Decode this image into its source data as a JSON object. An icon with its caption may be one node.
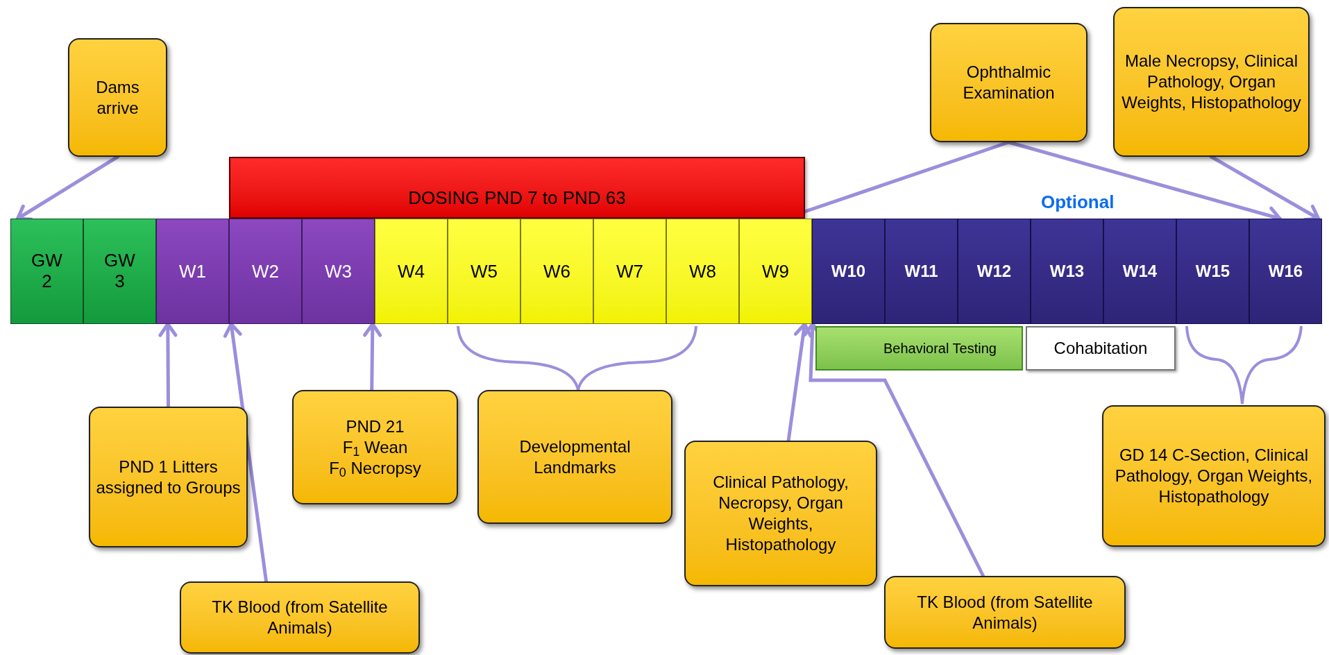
{
  "diagram": {
    "nodes": [
      {
        "text": [
          "Dams arrive"
        ]
      },
      {
        "text": [
          "Ophthalmic Examination"
        ]
      },
      {
        "text": [
          "Male Necropsy, Clinical Pathology, Organ Weights, Histopathology"
        ]
      },
      {
        "text": [
          "DOSING PND 7 to PND 63"
        ]
      },
      {
        "text": [
          "GW 2"
        ]
      },
      {
        "text": [
          "GW 3"
        ]
      },
      {
        "text": [
          "W1"
        ]
      },
      {
        "text": [
          "W2"
        ]
      },
      {
        "text": [
          "W3"
        ]
      },
      {
        "text": [
          "W4"
        ]
      },
      {
        "text": [
          "W5"
        ]
      },
      {
        "text": [
          "W6"
        ]
      },
      {
        "text": [
          "W7"
        ]
      },
      {
        "text": [
          "W8"
        ]
      },
      {
        "text": [
          "W9"
        ]
      },
      {
        "text": [
          "W10"
        ]
      },
      {
        "text": [
          "W11"
        ]
      },
      {
        "text": [
          "W12"
        ]
      },
      {
        "text": [
          "W13"
        ]
      },
      {
        "text": [
          "W14"
        ]
      },
      {
        "text": [
          "W15"
        ]
      },
      {
        "text": [
          "W16"
        ]
      },
      {
        "text": [
          "Behavioral Testing"
        ]
      },
      {
        "text": [
          "Cohabitation"
        ]
      },
      {
        "text": [
          "PND 21",
          "F$_{1}$ Wean",
          "F$_{0}$ Necropsy"
        ]
      },
      {
        "text": [
          "Developmental Landmarks"
        ]
      },
      {
        "text": [
          "PND 1 Litters assigned to Groups"
        ]
      },
      {
        "text": [
          "Clinical Pathology, Necropsy, Organ Weights, Histopathology"
        ]
      },
      {
        "text": [
          "GD 14 C-Section, Clinical Pathology, Organ Weights, Histopathology"
        ]
      },
      {
        "text": [
          "TK Blood (from Satellite Animals)"
        ]
      },
      {
        "text": [
          "TK Blood (from Satellite Animals)"
        ]
      }
    ],
    "edges": [
      {
        "from": 0,
        "to": 4,
        "arrow": "to"
      },
      {
        "from": 1,
        "to": 14,
        "arrow": "to"
      },
      {
        "from": 1,
        "to": 21,
        "arrow": "to"
      },
      {
        "from": 2,
        "to": 21,
        "arrow": "to"
      },
      {
        "from": 26,
        "to": 6,
        "arrow": "to"
      },
      {
        "from": 29,
        "to": 7,
        "arrow": "to"
      },
      {
        "from": 24,
        "to": 8,
        "arrow": "to"
      },
      {
        "from": 27,
        "to": 14,
        "arrow": "to"
      },
      {
        "from": 30,
        "to": 15,
        "arrow": "to"
      }
    ],
    "labels": [
      "Optional"
    ]
  }
}
